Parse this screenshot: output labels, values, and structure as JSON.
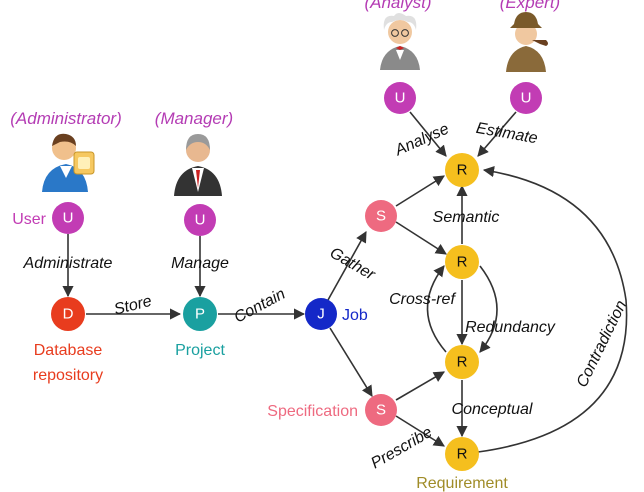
{
  "roles": {
    "analyst": "(Analyst)",
    "expert": "(Expert)",
    "administrator": "(Administrator)",
    "manager": "(Manager)"
  },
  "nodes": {
    "user_letter": "U",
    "database_letter": "D",
    "project_letter": "P",
    "job_letter": "J",
    "specification_letter": "S",
    "requirement_letter": "R"
  },
  "node_labels": {
    "user": "User",
    "database": "Database repository",
    "database_line1": "Database",
    "database_line2": "repository",
    "project": "Project",
    "job": "Job",
    "specification": "Specification",
    "requirement": "Requirement"
  },
  "edges": {
    "administrate": "Administrate",
    "manage": "Manage",
    "store": "Store",
    "contain": "Contain",
    "gather": "Gather",
    "prescribe": "Prescribe",
    "analyse": "Analyse",
    "estimate": "Estimate",
    "semantic": "Semantic",
    "cross_ref": "Cross-ref",
    "redundancy": "Redundancy",
    "conceptual": "Conceptual",
    "contradiction": "Contradiction"
  },
  "colors": {
    "user": "#c23cb4",
    "database": "#e83c1e",
    "project": "#1aa0a0",
    "job": "#1428c8",
    "specification": "#ee6a80",
    "requirement": "#f5bf1e",
    "requirement_text": "#a08c28",
    "role_text": "#b43cb4"
  },
  "icons": [
    "administrator-avatar-icon",
    "manager-avatar-icon",
    "analyst-avatar-icon",
    "expert-avatar-icon"
  ]
}
